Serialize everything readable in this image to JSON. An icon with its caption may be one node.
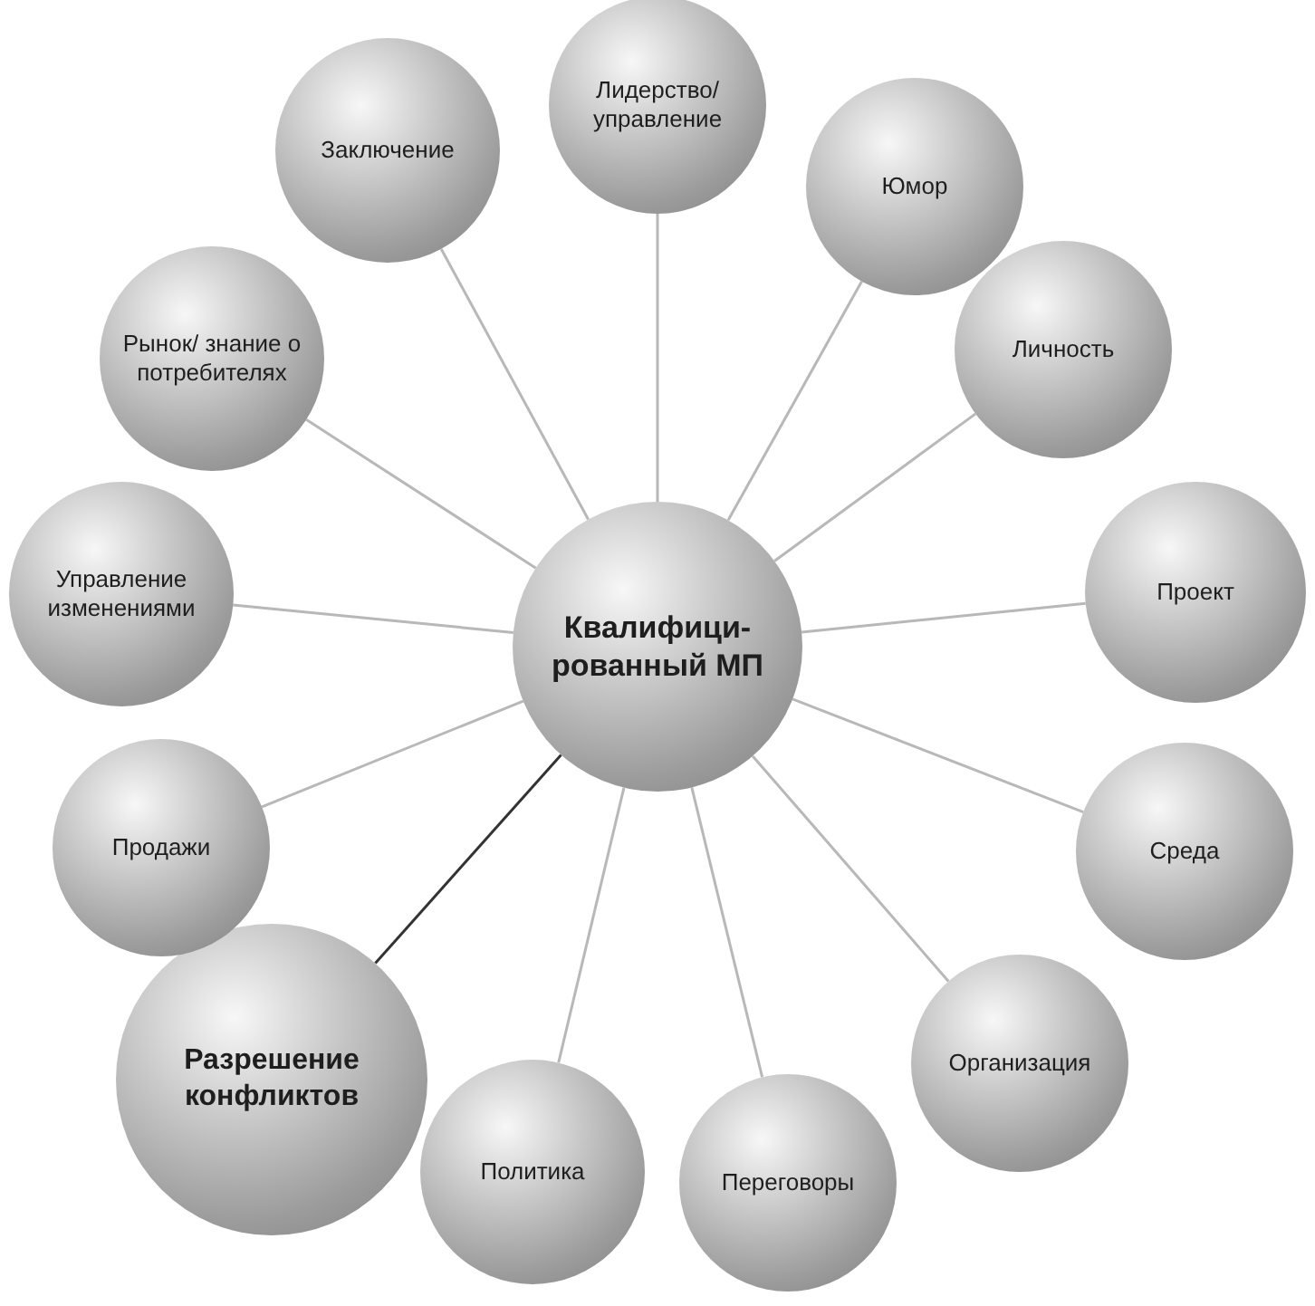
{
  "diagram": {
    "nodes": [
      {
        "text": [
          "Квалифици-рованный МП"
        ]
      },
      {
        "text": [
          "Заключение"
        ]
      },
      {
        "text": [
          "Лидерство/ управление"
        ]
      },
      {
        "text": [
          "Юмор"
        ]
      },
      {
        "text": [
          "Личность"
        ]
      },
      {
        "text": [
          "Проект"
        ]
      },
      {
        "text": [
          "Среда"
        ]
      },
      {
        "text": [
          "Организация"
        ]
      },
      {
        "text": [
          "Переговоры"
        ]
      },
      {
        "text": [
          "Политика"
        ]
      },
      {
        "text": [
          "Разрешение конфликтов"
        ]
      },
      {
        "text": [
          "Продажи"
        ]
      },
      {
        "text": [
          "Управление изменениями"
        ]
      },
      {
        "text": [
          "Рынок/ знание о потребителях"
        ]
      }
    ],
    "edges": [
      {
        "from": 0,
        "to": 1,
        "arrow": "none"
      },
      {
        "from": 0,
        "to": 2,
        "arrow": "none"
      },
      {
        "from": 0,
        "to": 3,
        "arrow": "none"
      },
      {
        "from": 0,
        "to": 4,
        "arrow": "none"
      },
      {
        "from": 0,
        "to": 5,
        "arrow": "none"
      },
      {
        "from": 0,
        "to": 6,
        "arrow": "none"
      },
      {
        "from": 0,
        "to": 7,
        "arrow": "none"
      },
      {
        "from": 0,
        "to": 8,
        "arrow": "none"
      },
      {
        "from": 0,
        "to": 9,
        "arrow": "none"
      },
      {
        "from": 0,
        "to": 10,
        "arrow": "none",
        "color": "#333333"
      },
      {
        "from": 0,
        "to": 11,
        "arrow": "none"
      },
      {
        "from": 0,
        "to": 12,
        "arrow": "none"
      },
      {
        "from": 0,
        "to": 13,
        "arrow": "none"
      }
    ]
  }
}
